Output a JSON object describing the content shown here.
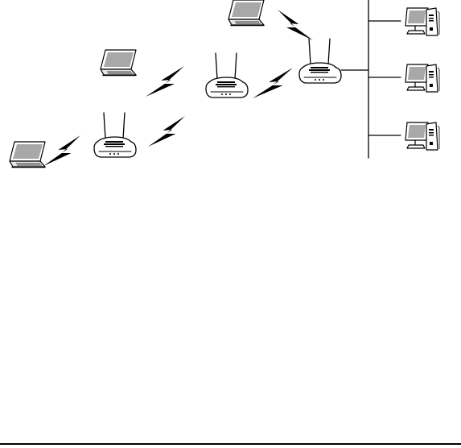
{
  "colors": {
    "ink": "#000000",
    "screen": "#a8a8a8",
    "panel": "#e6e6e6",
    "background": "#ffffff"
  },
  "icons": {
    "laptop": "laptop-icon",
    "wireless_router": "wireless-router-icon",
    "desktop": "desktop-pc-icon",
    "wireless_link": "lightning-bolt-icon"
  },
  "nodes": {
    "laptops": [
      {
        "id": "laptop-1",
        "icon": "laptop-icon"
      },
      {
        "id": "laptop-2",
        "icon": "laptop-icon"
      },
      {
        "id": "laptop-3",
        "icon": "laptop-icon"
      }
    ],
    "routers": [
      {
        "id": "router-1",
        "icon": "wireless-router-icon"
      },
      {
        "id": "router-2",
        "icon": "wireless-router-icon"
      },
      {
        "id": "router-3",
        "icon": "wireless-router-icon"
      }
    ],
    "desktops": [
      {
        "id": "desktop-1",
        "icon": "desktop-pc-icon"
      },
      {
        "id": "desktop-2",
        "icon": "desktop-pc-icon"
      },
      {
        "id": "desktop-3",
        "icon": "desktop-pc-icon"
      }
    ]
  },
  "links": [
    {
      "from": "laptop-1",
      "to": "router-1",
      "type": "wireless"
    },
    {
      "from": "laptop-2",
      "to": "router-2",
      "type": "wireless"
    },
    {
      "from": "laptop-3",
      "to": "router-3",
      "type": "wireless"
    },
    {
      "from": "router-1",
      "to": "router-2",
      "type": "wireless"
    },
    {
      "from": "router-2",
      "to": "router-3",
      "type": "wireless"
    },
    {
      "from": "router-3",
      "to": "backbone",
      "type": "wired"
    },
    {
      "from": "backbone",
      "to": "desktop-1",
      "type": "wired"
    },
    {
      "from": "backbone",
      "to": "desktop-2",
      "type": "wired"
    },
    {
      "from": "backbone",
      "to": "desktop-3",
      "type": "wired"
    }
  ]
}
